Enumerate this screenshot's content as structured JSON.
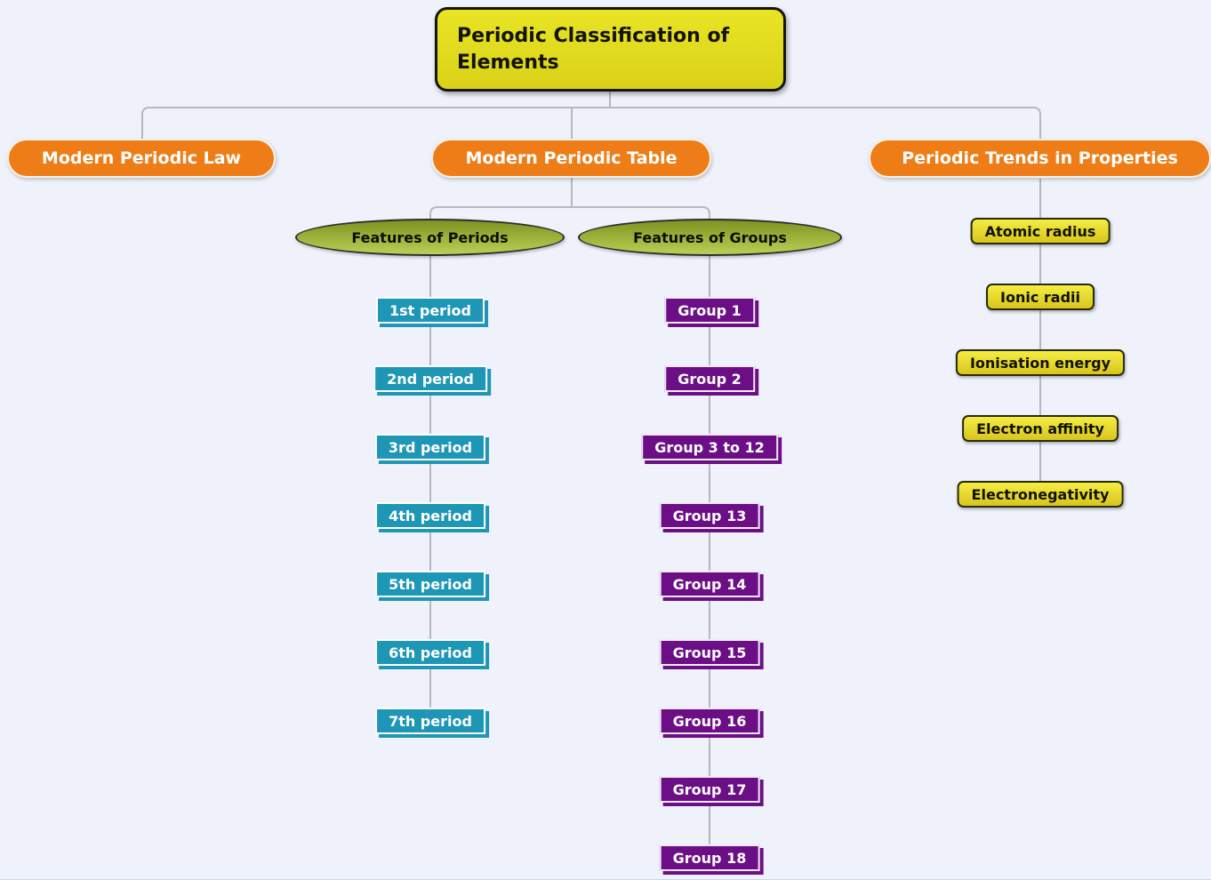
{
  "diagram": {
    "root": {
      "label": "Periodic Classification of Elements"
    },
    "branches": [
      {
        "id": "law",
        "label": "Modern Periodic Law"
      },
      {
        "id": "table",
        "label": "Modern Periodic Table",
        "children": [
          {
            "label": "Features of Periods",
            "items": [
              "1st period",
              "2nd period",
              "3rd period",
              "4th period",
              "5th period",
              "6th period",
              "7th period"
            ]
          },
          {
            "label": "Features of Groups",
            "items": [
              "Group 1",
              "Group 2",
              "Group 3 to 12",
              "Group 13",
              "Group 14",
              "Group 15",
              "Group 16",
              "Group 17",
              "Group 18"
            ]
          }
        ]
      },
      {
        "id": "trends",
        "label": "Periodic Trends in Properties",
        "items": [
          "Atomic radius",
          "Ionic radii",
          "Ionisation energy",
          "Electron affinity",
          "Electronegativity"
        ]
      }
    ],
    "colors": {
      "background": "#eff2fb",
      "root_fill": "#e3dd20",
      "branch_fill": "#ee7d18",
      "ellipse_fill_top": "#7e9321",
      "ellipse_fill_bottom": "#b7d055",
      "period_fill": "#1e96b5",
      "group_fill": "#6c0f87",
      "trend_fill_top": "#f4ed43",
      "trend_fill_bottom": "#d8c51c",
      "connector": "#b5b8c0"
    }
  }
}
